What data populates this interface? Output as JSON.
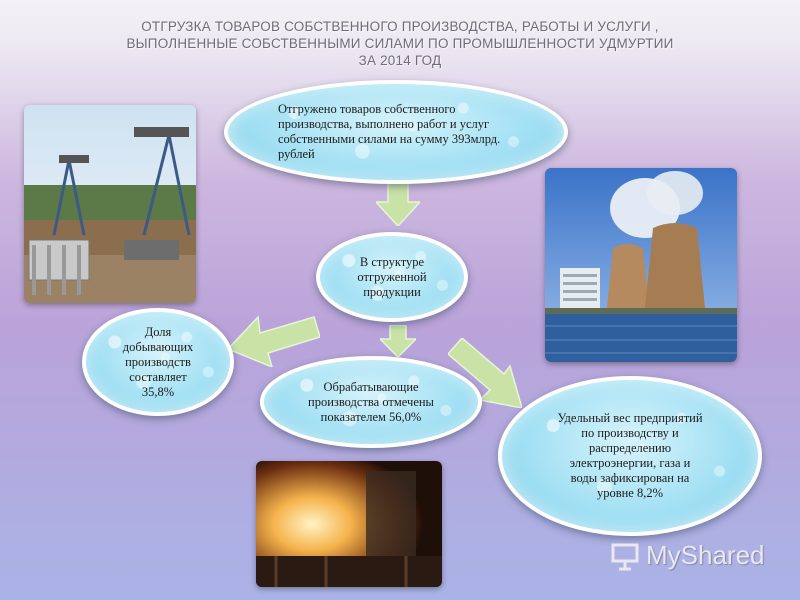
{
  "title": {
    "line1": "ОТГРУЗКА ТОВАРОВ СОБСТВЕННОГО ПРОИЗВОДСТВА, РАБОТЫ И УСЛУГИ ,",
    "line2": "ВЫПОЛНЕННЫЕ СОБСТВЕННЫМИ СИЛАМИ ПО ПРОМЫШЛЕННОСТИ УДМУРТИИ",
    "line3": "ЗА 2014 ГОД"
  },
  "bubbles": {
    "top": "Отгружено товаров собственного производства, выполнено работ и услуг собственными силами на сумму 393млрд. рублей",
    "center": "В структуре отгруженной продукции",
    "left": "Доля добывающих производств составляет 35,8%",
    "bottom": "Обрабатывающие производства отмечены показателем 56,0%",
    "right": "Удельный вес предприятий по производству и распределению электроэнергии, газа и воды зафиксирован на уровне 8,2%"
  },
  "logo": {
    "text": "MyShared",
    "icon": "presentation-board-icon"
  },
  "colors": {
    "arrow": "#c9e3a6",
    "bubble": "#9fdff3",
    "border": "#ffffff"
  }
}
